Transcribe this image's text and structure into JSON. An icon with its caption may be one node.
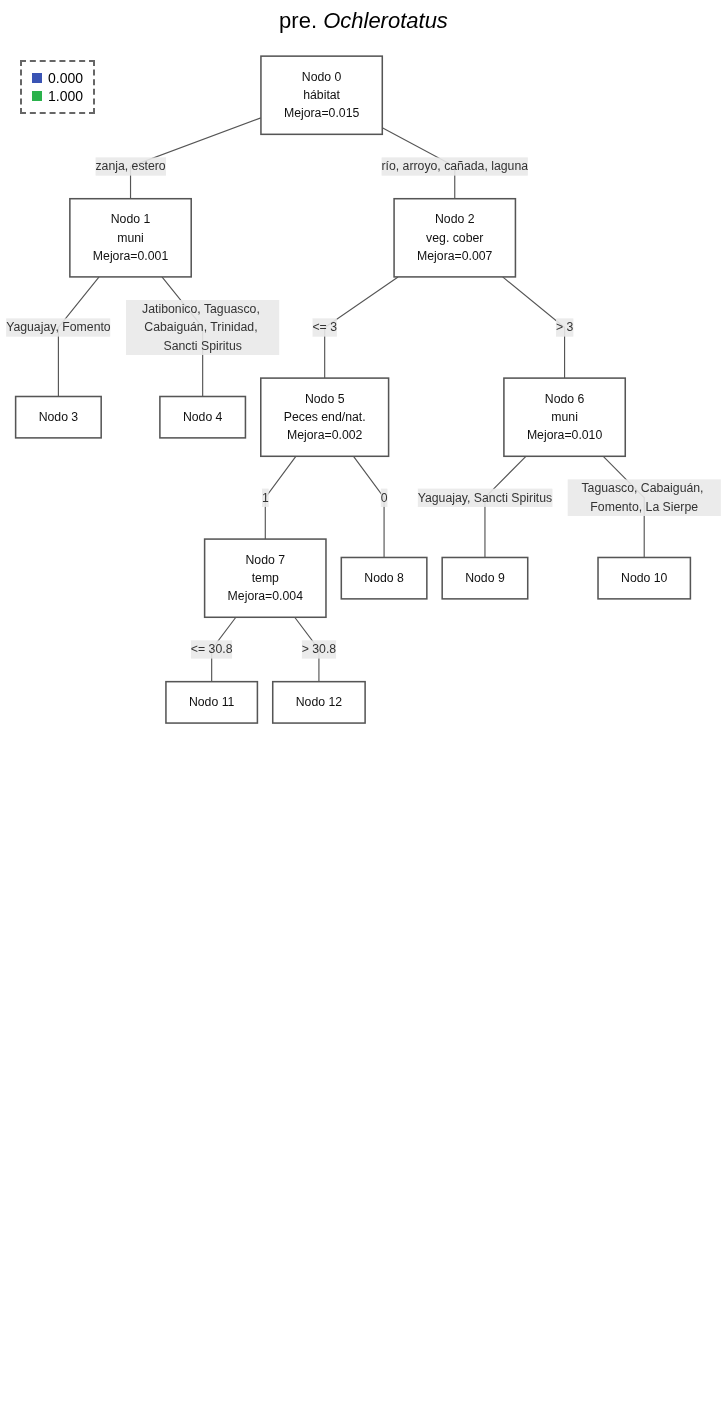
{
  "diagram": {
    "title": "pre. *Ochlerotatus*",
    "nodes": [
      {
        "text": [
          "Nodo 0",
          "hábitat",
          "Mejora=0.015"
        ]
      },
      {
        "text": [
          "Nodo 1",
          "muni",
          "Mejora=0.001"
        ]
      },
      {
        "text": [
          "Nodo 2",
          "veg. cober",
          "Mejora=0.007"
        ]
      },
      {
        "text": [
          "Nodo 3"
        ]
      },
      {
        "text": [
          "Nodo 4"
        ]
      },
      {
        "text": [
          "Nodo 5",
          "Peces end/nat.",
          "Mejora=0.002"
        ]
      },
      {
        "text": [
          "Nodo 6",
          "muni",
          "Mejora=0.010"
        ]
      },
      {
        "text": [
          "Nodo 7",
          "temp",
          "Mejora=0.004"
        ]
      },
      {
        "text": [
          "Nodo 8"
        ]
      },
      {
        "text": [
          "Nodo 9"
        ]
      },
      {
        "text": [
          "Nodo 10"
        ]
      },
      {
        "text": [
          "Nodo 11"
        ]
      },
      {
        "text": [
          "Nodo 12"
        ]
      }
    ],
    "edges": [
      {
        "from": 0,
        "to": 1,
        "arrow": "none",
        "label": "zanja, estero"
      },
      {
        "from": 0,
        "to": 2,
        "arrow": "none",
        "label": "río, arroyo, cañada, laguna"
      },
      {
        "from": 1,
        "to": 3,
        "arrow": "none",
        "label": "Yaguajay, Fomento"
      },
      {
        "from": 1,
        "to": 4,
        "arrow": "none",
        "label": "Jatibonico, Taguasco, Cabaiguán, Trinidad, Sancti Spiritus"
      },
      {
        "from": 2,
        "to": 5,
        "arrow": "none",
        "label": "<= 3"
      },
      {
        "from": 2,
        "to": 6,
        "arrow": "none",
        "label": "> 3"
      },
      {
        "from": 5,
        "to": 7,
        "arrow": "none",
        "label": "1"
      },
      {
        "from": 5,
        "to": 8,
        "arrow": "none",
        "label": "0"
      },
      {
        "from": 6,
        "to": 9,
        "arrow": "none",
        "label": "Yaguajay, Sancti Spiritus"
      },
      {
        "from": 6,
        "to": 10,
        "arrow": "none",
        "label": "Taguasco, Cabaiguán, Fomento, La Sierpe"
      },
      {
        "from": 7,
        "to": 11,
        "arrow": "none",
        "label": "<= 30.8"
      },
      {
        "from": 7,
        "to": 12,
        "arrow": "none",
        "label": "> 30.8"
      }
    ],
    "legend": [
      {
        "text": "0.000",
        "color": "#3a54b4"
      },
      {
        "text": "1.000",
        "color": "#2bb24c"
      }
    ]
  }
}
